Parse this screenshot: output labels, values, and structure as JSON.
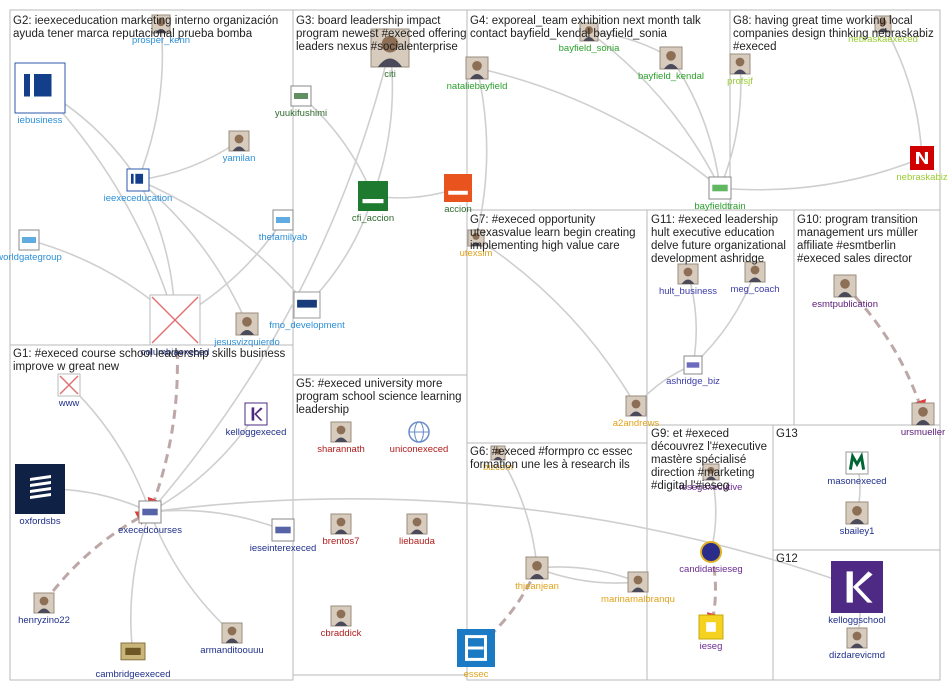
{
  "colors": {
    "G1": "#1f2f8a",
    "G2": "#2b8fd8",
    "G3": "#2e6a2e",
    "G4": "#2ca02c",
    "G5": "#b01c1c",
    "G6": "#e0a21b",
    "G7": "#e0a21b",
    "G8": "#9acd32",
    "G9": "#6b2c91",
    "G10": "#5a1a78",
    "G11": "#3b3ba8",
    "G12": "#1f2f8a",
    "G13": "#1f2f8a"
  },
  "groups": [
    {
      "id": "G2",
      "lines": [
        "G2: ieexeceducation marketing interno organización",
        "ayuda tener marca reputacional prueba bomba"
      ]
    },
    {
      "id": "G3",
      "lines": [
        "G3: board leadership impact",
        "program newest #execed offering",
        "leaders nexus #socialenterprise"
      ]
    },
    {
      "id": "G4",
      "lines": [
        "G4: exporeal_team exhibition next month talk",
        "contact bayfield_kendal bayfield_sonia"
      ]
    },
    {
      "id": "G8",
      "lines": [
        "G8: having great time working local",
        "companies design thinking nebraskabiz",
        "#execed"
      ]
    },
    {
      "id": "G1",
      "lines": [
        "G1: #execed course school leadership skills business",
        "improve w great new"
      ]
    },
    {
      "id": "G5",
      "lines": [
        "G5: #execed university more",
        "program school science learning",
        "leadership"
      ]
    },
    {
      "id": "G7",
      "lines": [
        "G7: #execed opportunity",
        "utexasvalue learn begin creating",
        "implementing high value care"
      ]
    },
    {
      "id": "G11",
      "lines": [
        "G11: #execed leadership",
        "hult executive education",
        "delve future organizational",
        "development ashridge"
      ]
    },
    {
      "id": "G10",
      "lines": [
        "G10: program transition",
        "management urs müller",
        "affiliate #esmtberlin",
        "#execed sales director"
      ]
    },
    {
      "id": "G6",
      "lines": [
        "G6: #execed #formpro cc essec",
        "formation une les à research ils"
      ]
    },
    {
      "id": "G9",
      "lines": [
        "G9: et #execed",
        "découvrez l'#executive",
        "mastère spécialisé",
        "direction #marketing",
        "#digital l'#ieseg"
      ]
    },
    {
      "id": "G13",
      "lines": [
        "G13"
      ]
    },
    {
      "id": "G12",
      "lines": [
        "G12"
      ]
    }
  ],
  "nodes": [
    {
      "id": "prosper_kenn",
      "label": "prosper_kenn",
      "group": "G2",
      "icon": "photo"
    },
    {
      "id": "iebusiness",
      "label": "iebusiness",
      "group": "G2",
      "icon": "ie-logo"
    },
    {
      "id": "yamilan",
      "label": "yamilan",
      "group": "G2",
      "icon": "photo"
    },
    {
      "id": "ieexeceducation",
      "label": "ieexeceducation",
      "group": "G2",
      "icon": "ie-logo"
    },
    {
      "id": "thefamilyab",
      "label": "thefamilyab",
      "group": "G2",
      "icon": "logo"
    },
    {
      "id": "worldgategroup",
      "label": "worldgategroup",
      "group": "G2",
      "icon": "logo"
    },
    {
      "id": "fmo_development",
      "label": "fmo_development",
      "group": "G2",
      "icon": "fmo-logo"
    },
    {
      "id": "jesusvizquierdo",
      "label": "jesusvizquierdo",
      "group": "G2",
      "icon": "photo"
    },
    {
      "id": "citi",
      "label": "citi",
      "group": "G3",
      "icon": "photo"
    },
    {
      "id": "yuukifushimi",
      "label": "yuukifushimi",
      "group": "G3",
      "icon": "logo"
    },
    {
      "id": "cfi_accion",
      "label": "cfi_accion",
      "group": "G3",
      "icon": "accion-logo"
    },
    {
      "id": "accion",
      "label": "accion",
      "group": "G3",
      "icon": "accion-logo"
    },
    {
      "id": "nataliebayfield",
      "label": "nataliebayfield",
      "group": "G4",
      "icon": "photo"
    },
    {
      "id": "bayfield_sonia",
      "label": "bayfield_sonia",
      "group": "G4",
      "icon": "photo"
    },
    {
      "id": "bayfield_kendal",
      "label": "bayfield_kendal",
      "group": "G4",
      "icon": "photo"
    },
    {
      "id": "bayfieldtrain",
      "label": "bayfieldtrain",
      "group": "G4",
      "icon": "logo"
    },
    {
      "id": "nebraskaexeced",
      "label": "nebraskaexeced",
      "group": "G8",
      "icon": "photo"
    },
    {
      "id": "profsjf",
      "label": "profsjf",
      "group": "G8",
      "icon": "photo"
    },
    {
      "id": "nebraskabiz",
      "label": "nebraskabiz",
      "group": "G8",
      "icon": "nebraska-logo"
    },
    {
      "id": "columbiaexeced",
      "label": "columbiaexeced",
      "group": "G1",
      "icon": "broken"
    },
    {
      "id": "www",
      "label": "www",
      "group": "G1",
      "icon": "broken"
    },
    {
      "id": "kelloggexeced",
      "label": "kelloggexeced",
      "group": "G1",
      "icon": "k-logo"
    },
    {
      "id": "oxfordsbs",
      "label": "oxfordsbs",
      "group": "G1",
      "icon": "oxford-logo"
    },
    {
      "id": "execedcourses",
      "label": "execedcourses",
      "group": "G1",
      "icon": "logo"
    },
    {
      "id": "ieseinterexeced",
      "label": "ieseinterexeced",
      "group": "G1",
      "icon": "logo"
    },
    {
      "id": "henryzino22",
      "label": "henryzino22",
      "group": "G1",
      "icon": "photo"
    },
    {
      "id": "cambridgeexeced",
      "label": "cambridgeexeced",
      "group": "G1",
      "icon": "cjbs-logo"
    },
    {
      "id": "armanditoouuu",
      "label": "armanditoouuu",
      "group": "G1",
      "icon": "photo"
    },
    {
      "id": "sharannath",
      "label": "sharannath",
      "group": "G5",
      "icon": "photo"
    },
    {
      "id": "uniconexeced",
      "label": "uniconexeced",
      "group": "G5",
      "icon": "globe"
    },
    {
      "id": "brentos7",
      "label": "brentos7",
      "group": "G5",
      "icon": "photo"
    },
    {
      "id": "liebauda",
      "label": "liebauda",
      "group": "G5",
      "icon": "photo"
    },
    {
      "id": "cbraddick",
      "label": "cbraddick",
      "group": "G5",
      "icon": "photo"
    },
    {
      "id": "utexsim",
      "label": "utexsim",
      "group": "G7",
      "icon": "photo"
    },
    {
      "id": "a2andrews",
      "label": "a2andrews",
      "group": "G7",
      "icon": "photo"
    },
    {
      "id": "hult_business",
      "label": "hult_business",
      "group": "G11",
      "icon": "photo"
    },
    {
      "id": "meg_coach",
      "label": "meg_coach",
      "group": "G11",
      "icon": "photo"
    },
    {
      "id": "ashridge_biz",
      "label": "ashridge_biz",
      "group": "G11",
      "icon": "logo"
    },
    {
      "id": "esmtpublication",
      "label": "esmtpublication",
      "group": "G10",
      "icon": "photo"
    },
    {
      "id": "ursmueller",
      "label": "ursmueller",
      "group": "G10",
      "icon": "photo"
    },
    {
      "id": "bizcom",
      "label": "bizcom",
      "group": "G6",
      "icon": "photo"
    },
    {
      "id": "thjeanjean",
      "label": "thjeanjean",
      "group": "G6",
      "icon": "photo"
    },
    {
      "id": "marinamalbranqu",
      "label": "marinamalbranqu",
      "group": "G6",
      "icon": "photo"
    },
    {
      "id": "essec",
      "label": "essec",
      "group": "G6",
      "icon": "essec-logo"
    },
    {
      "id": "iesegexecutive",
      "label": "iesegexecutive",
      "group": "G9",
      "icon": "photo"
    },
    {
      "id": "candidatsieseg",
      "label": "candidatsieseg",
      "group": "G9",
      "icon": "seal"
    },
    {
      "id": "ieseg",
      "label": "ieseg",
      "group": "G9",
      "icon": "ieseg-logo"
    },
    {
      "id": "masonexeced",
      "label": "masonexeced",
      "group": "G13",
      "icon": "mason-logo"
    },
    {
      "id": "sbailey1",
      "label": "sbailey1",
      "group": "G13",
      "icon": "photo"
    },
    {
      "id": "kelloggschool",
      "label": "kelloggschool",
      "group": "G12",
      "icon": "k-logo"
    },
    {
      "id": "dizdarevicmd",
      "label": "dizdarevicmd",
      "group": "G12",
      "icon": "photo"
    }
  ],
  "edges": [
    [
      "prosper_kenn",
      "ieexeceducation"
    ],
    [
      "iebusiness",
      "ieexeceducation"
    ],
    [
      "yamilan",
      "ieexeceducation"
    ],
    [
      "ieexeceducation",
      "columbiaexeced"
    ],
    [
      "thefamilyab",
      "columbiaexeced"
    ],
    [
      "worldgategroup",
      "columbiaexeced"
    ],
    [
      "ieexeceducation",
      "jesusvizquierdo"
    ],
    [
      "ieexeceducation",
      "fmo_development"
    ],
    [
      "iebusiness",
      "columbiaexeced"
    ],
    [
      "citi",
      "cfi_accion"
    ],
    [
      "yuukifushimi",
      "cfi_accion"
    ],
    [
      "cfi_accion",
      "fmo_development"
    ],
    [
      "accion",
      "cfi_accion"
    ],
    [
      "citi",
      "execedcourses"
    ],
    [
      "nataliebayfield",
      "bayfieldtrain"
    ],
    [
      "bayfield_sonia",
      "bayfieldtrain"
    ],
    [
      "bayfield_kendal",
      "bayfieldtrain"
    ],
    [
      "nataliebayfield",
      "utexsim"
    ],
    [
      "bayfield_sonia",
      "bayfield_kendal"
    ],
    [
      "profsjf",
      "bayfieldtrain"
    ],
    [
      "nebraskaexeced",
      "nebraskabiz"
    ],
    [
      "nebraskabiz",
      "bayfieldtrain"
    ],
    [
      "www",
      "execedcourses"
    ],
    [
      "kelloggexeced",
      "execedcourses"
    ],
    [
      "oxfordsbs",
      "execedcourses"
    ],
    [
      "execedcourses",
      "ieseinterexeced"
    ],
    [
      "henryzino22",
      "execedcourses"
    ],
    [
      "cambridgeexeced",
      "execedcourses"
    ],
    [
      "armanditoouuu",
      "execedcourses"
    ],
    [
      "columbiaexeced",
      "execedcourses"
    ],
    [
      "execedcourses",
      "kelloggschool"
    ],
    [
      "utexsim",
      "a2andrews"
    ],
    [
      "a2andrews",
      "ashridge_biz"
    ],
    [
      "hult_business",
      "ashridge_biz"
    ],
    [
      "meg_coach",
      "ashridge_biz"
    ],
    [
      "esmtpublication",
      "ursmueller"
    ],
    [
      "bizcom",
      "thjeanjean"
    ],
    [
      "thjeanjean",
      "essec"
    ],
    [
      "marinamalbranqu",
      "thjeanjean"
    ],
    [
      "thjeanjean",
      "marinamalbranqu"
    ],
    [
      "iesegexecutive",
      "candidatsieseg"
    ],
    [
      "candidatsieseg",
      "ieseg"
    ],
    [
      "masonexeced",
      "sbailey1"
    ],
    [
      "kelloggschool",
      "dizdarevicmd"
    ]
  ]
}
